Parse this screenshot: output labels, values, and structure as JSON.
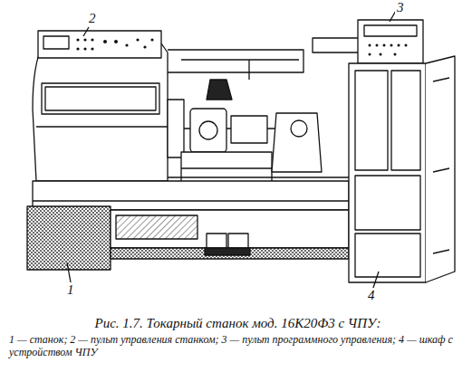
{
  "diagram": {
    "caption": "Рис. 1.7. Токарный станок мод. 16К20Ф3 с ЧПУ:",
    "labels": [
      "2",
      "3",
      "1",
      "4",
      "1 — станок; 2 — пульт управления станком; 3 — пульт программного управления; 4 — шкаф с устройством ЧПУ"
    ]
  }
}
